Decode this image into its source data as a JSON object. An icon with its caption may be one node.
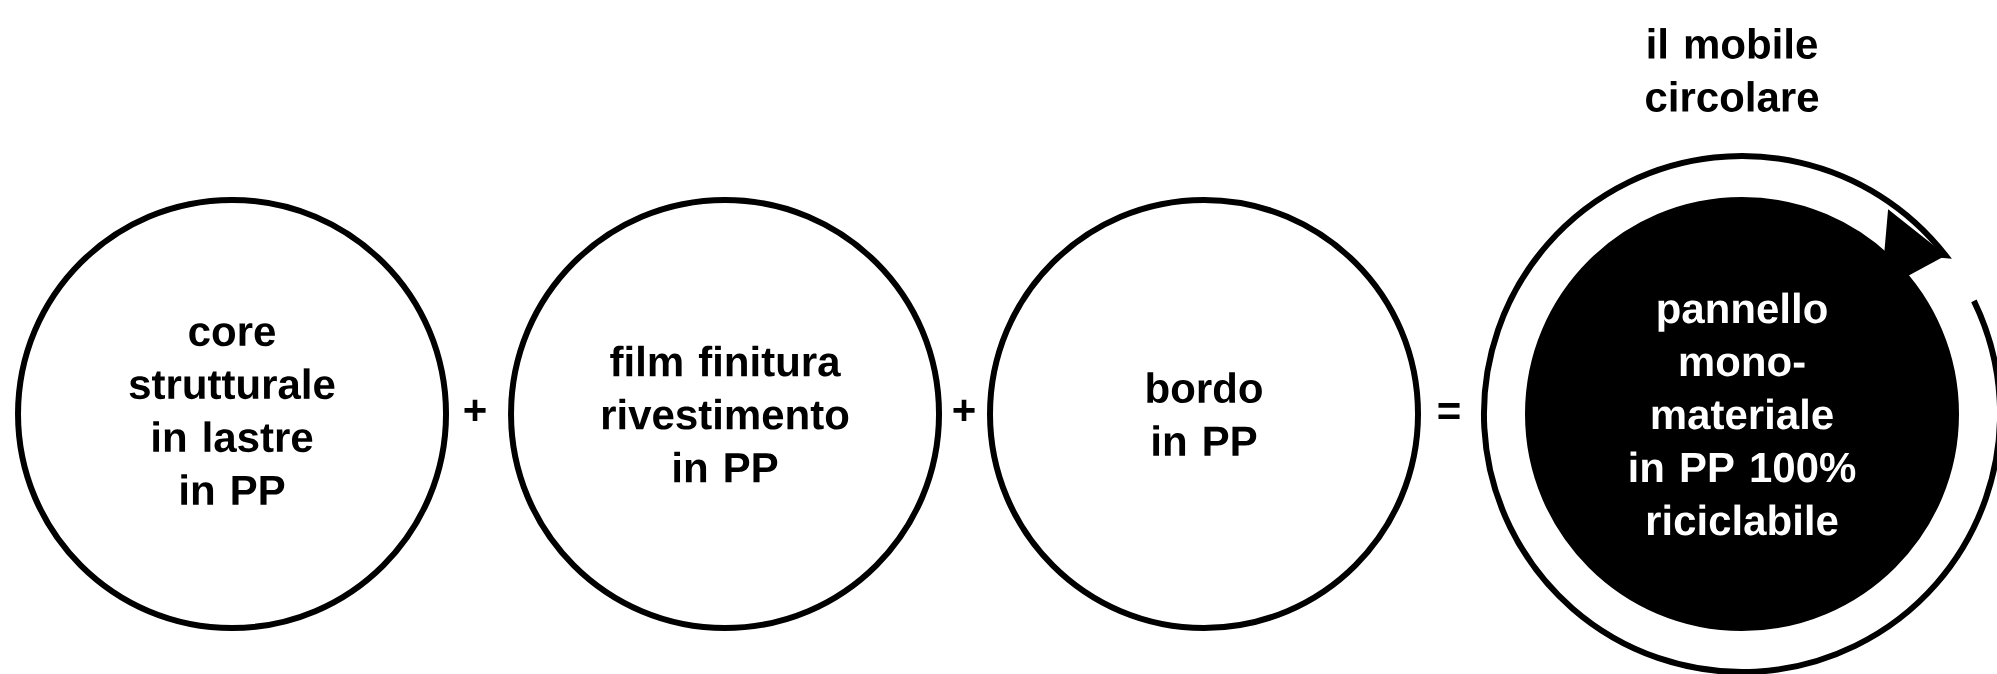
{
  "diagram": {
    "nodes": [
      {
        "text": [
          "core strutturale in lastre in PP"
        ]
      },
      {
        "text": [
          "film finitura rivestimento in PP"
        ]
      },
      {
        "text": [
          "bordo in PP"
        ]
      },
      {
        "text": [
          "il mobile circolare"
        ]
      },
      {
        "text": [
          "pannello mono-materiale in PP 100% riciclabile"
        ],
        "in": 3
      }
    ],
    "labels": [
      "+",
      "+",
      "="
    ]
  }
}
